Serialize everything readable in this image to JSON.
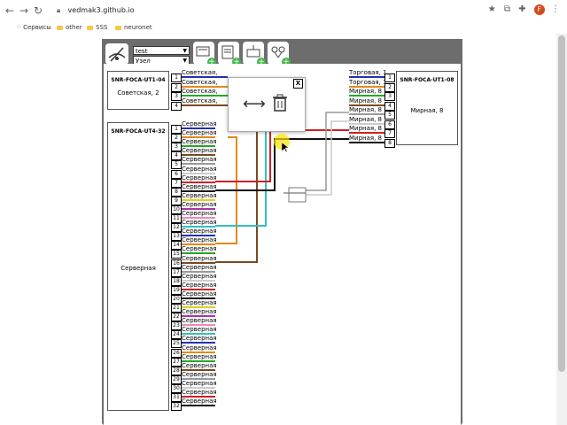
{
  "browser": {
    "url": "vedmak3.github.io",
    "bookmarks": [
      {
        "label": "Сервисы"
      },
      {
        "label": "other"
      },
      {
        "label": "SSS"
      },
      {
        "label": "neuronet"
      }
    ],
    "avatar_letter": "F"
  },
  "app": {
    "select_1": "test",
    "select_2": "Узел"
  },
  "boxes": {
    "top_left": {
      "name": "SNR-FOCA-UT1-04",
      "location": "Советская, 2"
    },
    "top_right": {
      "name": "SNR-FOCA-UT1-08",
      "location": "Мирная, 8"
    },
    "bottom_left": {
      "name": "SNR-FOCA-UT4-32",
      "location": "Серверная"
    }
  },
  "top_left_fibers": [
    {
      "n": "1",
      "label": "Советская,",
      "color": "#2233aa"
    },
    {
      "n": "2",
      "label": "Советская,",
      "color": "#e08a1a"
    },
    {
      "n": "3",
      "label": "Советская,",
      "color": "#2aa52a"
    },
    {
      "n": "4",
      "label": "Советская,",
      "color": "#7a4a20"
    }
  ],
  "top_right_fibers": [
    {
      "n": "1",
      "label": "Торговая, 1",
      "color": "#2233aa"
    },
    {
      "n": "2",
      "label": "Торговая, 1",
      "color": "#e08a1a"
    },
    {
      "n": "3",
      "label": "Мирная, 8",
      "color": "#2aa52a"
    },
    {
      "n": "4",
      "label": "Мирная, 8",
      "color": "#7a4a20"
    },
    {
      "n": "5",
      "label": "Мирная, 8",
      "color": "#999999"
    },
    {
      "n": "6",
      "label": "Мирная, 8",
      "color": "#cccccc"
    },
    {
      "n": "7",
      "label": "Мирная, 8",
      "color": "#cc2222"
    },
    {
      "n": "8",
      "label": "Мирная, 8",
      "color": "#111111"
    }
  ],
  "bottom_left_fibers": [
    {
      "n": "1",
      "label": "Серверная",
      "color": "#2233aa"
    },
    {
      "n": "2",
      "label": "Серверная",
      "color": "#e08a1a"
    },
    {
      "n": "3",
      "label": "Серверная",
      "color": "#2aa52a"
    },
    {
      "n": "4",
      "label": "Серверная",
      "color": "#7a4a20"
    },
    {
      "n": "5",
      "label": "Серверная",
      "color": "#999999"
    },
    {
      "n": "6",
      "label": "Серверная",
      "color": "#cccccc"
    },
    {
      "n": "7",
      "label": "Серверная",
      "color": "#cc2222"
    },
    {
      "n": "8",
      "label": "Серверная",
      "color": "#111111"
    },
    {
      "n": "9",
      "label": "Серверная",
      "color": "#e0d020"
    },
    {
      "n": "10",
      "label": "Серверная",
      "color": "#aa33aa"
    },
    {
      "n": "11",
      "label": "Серверная",
      "color": "#ee88bb"
    },
    {
      "n": "12",
      "label": "Серверная",
      "color": "#33c0c0"
    },
    {
      "n": "13",
      "label": "Серверная",
      "color": "#2233aa"
    },
    {
      "n": "14",
      "label": "Серверная",
      "color": "#e08a1a"
    },
    {
      "n": "15",
      "label": "Серверная",
      "color": "#2aa52a"
    },
    {
      "n": "16",
      "label": "Серверная",
      "color": "#7a4a20"
    },
    {
      "n": "17",
      "label": "Серверная",
      "color": "#999999"
    },
    {
      "n": "18",
      "label": "Серверная",
      "color": "#cccccc"
    },
    {
      "n": "19",
      "label": "Серверная",
      "color": "#cc2222"
    },
    {
      "n": "20",
      "label": "Серверная",
      "color": "#111111"
    },
    {
      "n": "21",
      "label": "Серверная",
      "color": "#e0d020"
    },
    {
      "n": "22",
      "label": "Серверная",
      "color": "#aa33aa"
    },
    {
      "n": "23",
      "label": "Серверная",
      "color": "#ee88bb"
    },
    {
      "n": "24",
      "label": "Серверная",
      "color": "#33c0c0"
    },
    {
      "n": "25",
      "label": "Серверная",
      "color": "#2233aa"
    },
    {
      "n": "26",
      "label": "Серверная",
      "color": "#e08a1a"
    },
    {
      "n": "27",
      "label": "Серверная",
      "color": "#2aa52a"
    },
    {
      "n": "28",
      "label": "Серверная",
      "color": "#7a4a20"
    },
    {
      "n": "29",
      "label": "Серверная",
      "color": "#999999"
    },
    {
      "n": "30",
      "label": "Серверная",
      "color": "#cccccc"
    },
    {
      "n": "31",
      "label": "Серверная",
      "color": "#cc2222"
    },
    {
      "n": "32",
      "label": "Серверная",
      "color": "#111111"
    }
  ],
  "popup": {
    "close": "X"
  }
}
